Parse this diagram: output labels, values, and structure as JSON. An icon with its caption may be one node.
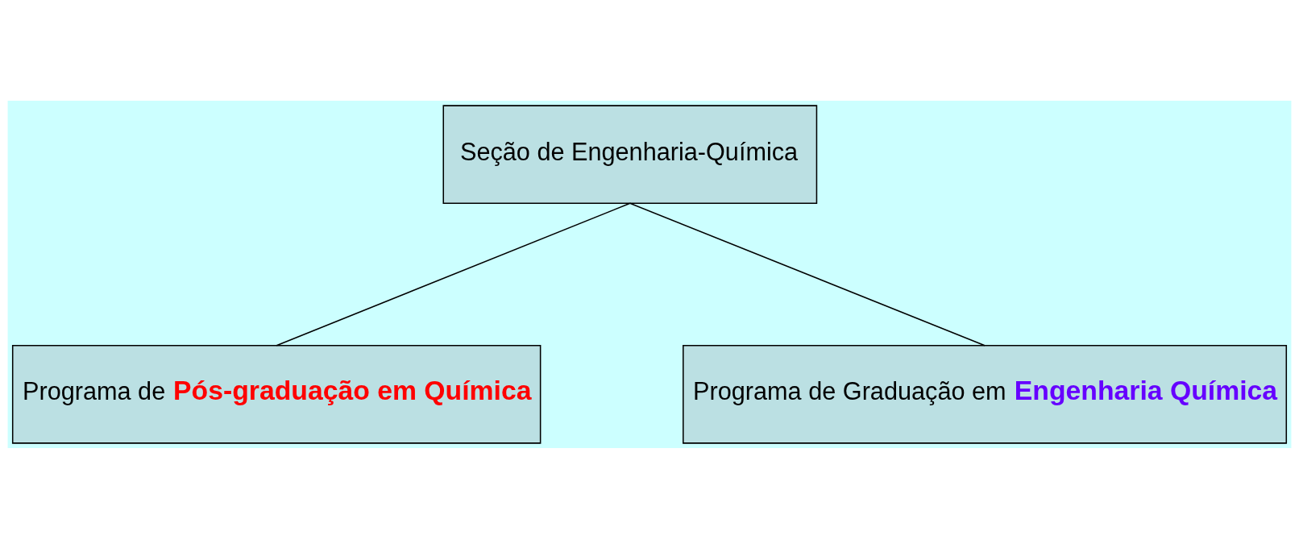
{
  "diagram": {
    "nodes": [
      {
        "text": [
          "Seção de Engenharia-Química"
        ]
      },
      {
        "text": [
          "Programa de **Pós-graduação em Química**"
        ]
      },
      {
        "text": [
          "Programa de Graduação em **Engenharia Química**"
        ]
      }
    ],
    "edges": [
      {
        "from": 0,
        "to": 1,
        "arrow": "none"
      },
      {
        "from": 0,
        "to": 2,
        "arrow": "none"
      }
    ]
  }
}
